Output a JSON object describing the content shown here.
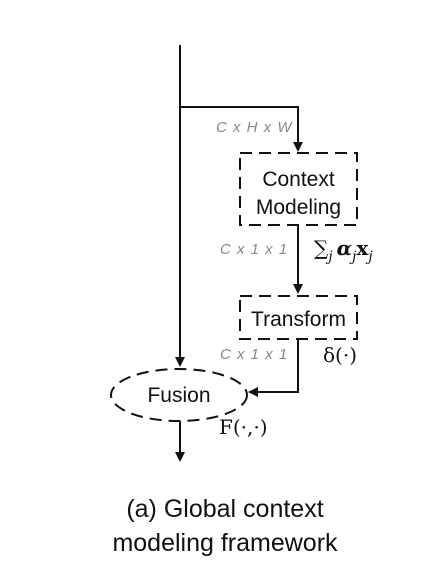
{
  "diagram": {
    "nodes": {
      "context_modeling": [
        "Context",
        "Modeling"
      ],
      "transform": "Transform",
      "fusion": "Fusion"
    },
    "dimension_labels": {
      "input": "C x H x W",
      "after_context": "C x 1 x 1",
      "after_transform": "C x 1 x 1"
    },
    "formulas": {
      "context": {
        "sigma": "∑",
        "sub_j": "j",
        "alpha": "α",
        "x": "x"
      },
      "transform": "δ(·)",
      "fusion": "F(·,·)"
    }
  },
  "caption": {
    "line1": "(a) Global context",
    "line2": "modeling framework"
  }
}
